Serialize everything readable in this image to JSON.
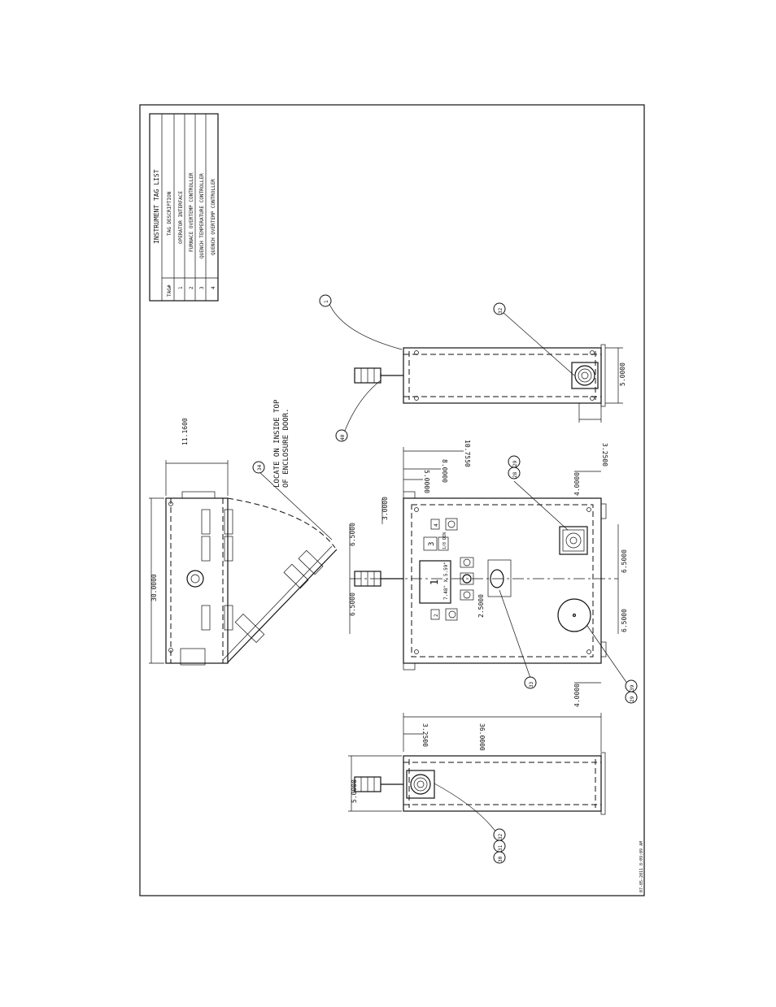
{
  "tag_list": {
    "title": "INSTRUMENT TAG LIST",
    "col_tag": "TAG#",
    "col_desc": "TAG DESCRIPTION",
    "rows": [
      {
        "tag": "1",
        "desc": "OPERATOR INTERFACE"
      },
      {
        "tag": "2",
        "desc": "FURNACE OVERTEMP CONTROLLER"
      },
      {
        "tag": "3",
        "desc": "QUENCH TEMPERATURE CONTROLLER"
      },
      {
        "tag": "4",
        "desc": "QUENCH OVERTEMP CONTROLLER"
      }
    ]
  },
  "note": {
    "line1": "LOCATE ON INSIDE TOP",
    "line2": "OF ENCLOSURE DOOR."
  },
  "dims": {
    "top_width": "30.0000",
    "top_depth": "11.1600",
    "front_height": "36.0000",
    "side_left_a": "5.0000",
    "side_left_b": "3.2500",
    "side_right_a": "5.0000",
    "side_right_b": "3.2500",
    "front_a": "3.0000",
    "front_b": "6.5000",
    "front_c": "6.5000",
    "front_d": "5.0000",
    "front_e": "8.0000",
    "front_f": "10.7550",
    "front_g": "2.5000",
    "front_h": "4.0000",
    "front_i": "4.0000",
    "front_j": "6.5000",
    "front_k": "6.5000"
  },
  "balloons": {
    "b1": "1",
    "b32": "32",
    "b40": "40",
    "b34": "34",
    "b28": "28",
    "b29a": "29",
    "b33": "33",
    "b29b": "29",
    "b39": "39",
    "b30": "30",
    "b31": "31",
    "b32b": "32"
  },
  "device_labels": {
    "tag1": "1",
    "tag1_size": "7.48\" X 5.59\"",
    "tag2": "2",
    "tag3": "3",
    "tag3_sub": "1/8 DIN",
    "tag4": "4"
  },
  "footer": {
    "timestamp": "07-05-2011 8:09:09 AM"
  }
}
